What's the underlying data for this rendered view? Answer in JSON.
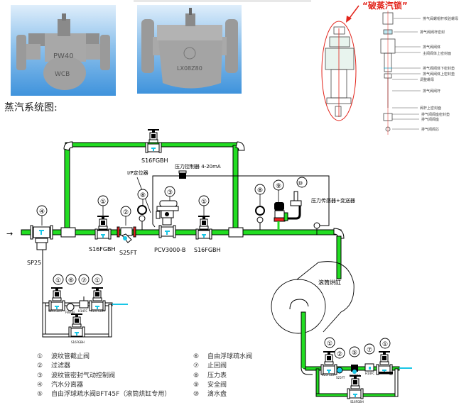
{
  "photos": [
    {
      "name": "float-trap-pw40",
      "markings": [
        "PW40",
        "WCB"
      ]
    },
    {
      "name": "float-trap-large",
      "markings": [
        "LX08Z80"
      ]
    }
  ],
  "exploded_view": {
    "title": "“破蒸汽锁”",
    "labels": [
      "排气阀螺帽杆校验螺母",
      "排气阀阀杆密封",
      "排气阀阀体",
      "主阀阀体上密封面",
      "排气阀阀体下密封垫",
      "排气阀阀体上密封垫",
      "调整螺母",
      "排气阀阀杆",
      "阀杆上密封面",
      "排气阀阀座密封垫",
      "排气阀阀座",
      "排气阀阀芯"
    ]
  },
  "section_title": "蒸汽系统图:",
  "diagram": {
    "bypass_valve_label": "S16FGBH",
    "pressure_controller_label": "压力控制器 4-20mA",
    "positioner_label": "I/P定位器",
    "separator_label": "SP25",
    "main_line_labels": [
      "S16FGBH",
      "S25FT",
      "PCV3000-B",
      "S16FGBH"
    ],
    "callouts_main": [
      "④",
      "①",
      "②",
      "⑧",
      "③",
      "①",
      "⑧",
      "⑨",
      "⑩"
    ],
    "pressure_sensor_label": "压力传感器+变送器",
    "drum_label": "滚筒烘缸",
    "left_trap_callouts": [
      "①",
      "⑥",
      "⑦",
      "①"
    ],
    "left_trap_labels": [
      "S16FGBH",
      "FW40F",
      "H14FC",
      "S16FGBH"
    ],
    "left_trap_bypass_label": "S16FGBH",
    "bottom_trap_callouts": [
      "①",
      "②",
      "⑤",
      "⑦",
      "①"
    ],
    "bottom_trap_labels": [
      "S16FGBH",
      "S25FT",
      "BFT45F",
      "H14FC"
    ],
    "bottom_trap_bypass_label": "S16FGBH",
    "inlet_arrow": "→"
  },
  "legend": {
    "left": [
      {
        "num": "①",
        "text": "波纹管截止阀"
      },
      {
        "num": "②",
        "text": "过滤器"
      },
      {
        "num": "③",
        "text": "波纹管密封气动控制阀"
      },
      {
        "num": "④",
        "text": "汽水分离器"
      },
      {
        "num": "⑤",
        "text": "自由浮球疏水阀BFT45F（滚筒烘缸专用）"
      }
    ],
    "right": [
      {
        "num": "⑥",
        "text": "自由浮球疏水阀"
      },
      {
        "num": "⑦",
        "text": "止回阀"
      },
      {
        "num": "⑧",
        "text": "压力表"
      },
      {
        "num": "⑨",
        "text": "安全阀"
      },
      {
        "num": "⑩",
        "text": "滴水盘"
      }
    ]
  },
  "colors": {
    "pipe_steam": "#22dd22",
    "pipe_outline": "#000000",
    "valve_core": "#19c6e6",
    "exploded_title": "#e2231a",
    "photo_bg": "#5aa6e6"
  }
}
